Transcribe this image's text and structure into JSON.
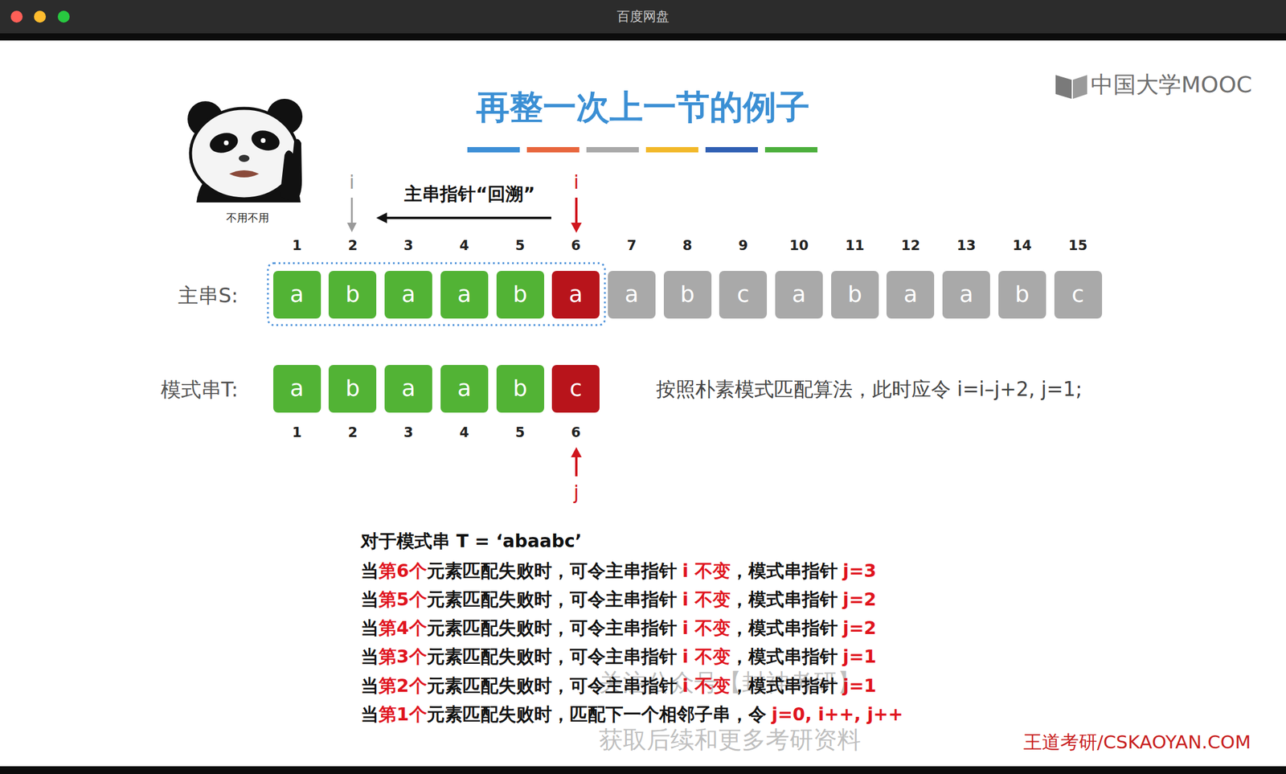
{
  "diagram": {
    "title": "再整一次上一节的例子",
    "nodes": [
      {
        "text": [
          "a"
        ]
      },
      {
        "text": [
          "b"
        ]
      },
      {
        "text": [
          "a"
        ]
      },
      {
        "text": [
          "a"
        ]
      },
      {
        "text": [
          "b"
        ]
      },
      {
        "text": [
          "a"
        ]
      },
      {
        "text": [
          "a"
        ]
      },
      {
        "text": [
          "b"
        ]
      },
      {
        "text": [
          "c"
        ]
      },
      {
        "text": [
          "a"
        ]
      },
      {
        "text": [
          "b"
        ]
      },
      {
        "text": [
          "a"
        ]
      },
      {
        "text": [
          "a"
        ]
      },
      {
        "text": [
          "b"
        ]
      },
      {
        "text": [
          "c"
        ]
      },
      {
        "text": [
          "a"
        ]
      },
      {
        "text": [
          "b"
        ]
      },
      {
        "text": [
          "a"
        ]
      },
      {
        "text": [
          "a"
        ]
      },
      {
        "text": [
          "b"
        ]
      },
      {
        "text": [
          "c"
        ]
      }
    ],
    "labels": [
      "百度网盘",
      "不用不用",
      "中国大学MOOC",
      "i",
      "主串指针“回溯”",
      "i",
      "1",
      "2",
      "3",
      "4",
      "5",
      "6",
      "7",
      "8",
      "9",
      "10",
      "11",
      "12",
      "13",
      "14",
      "15",
      "主串S:",
      "模式串T:",
      "1",
      "2",
      "3",
      "4",
      "5",
      "6",
      "j",
      "按照朴素模式匹配算法，此时应令 i=i–j+2, j=1;",
      "对于模式串 T = ‘abaabc’",
      "当",
      "第6个",
      "元素匹配失败时，可令主串指针",
      "i 不变",
      "，模式串指针",
      "j=3",
      "当",
      "第5个",
      "元素匹配失败时，可令主串指针",
      "i 不变",
      "，模式串指针",
      "j=2",
      "当",
      "第4个",
      "元素匹配失败时，可令主串指针",
      "i 不变",
      "，模式串指针",
      "j=2",
      "当",
      "第3个",
      "元素匹配失败时，可令主串指针",
      "i 不变",
      "，模式串指针",
      "j=1",
      "当",
      "第2个",
      "元素匹配失败时，可令主串指针",
      "i 不变",
      "，模式串指针",
      "j=1",
      "当",
      "第1个",
      "元素匹配失败时，匹配下一个相邻子串，令",
      "j=0, i++, j++",
      "关注公众号【封神考研】",
      "获取后续和更多考研资料",
      "王道考研/CSKAOYAN.COM"
    ]
  }
}
